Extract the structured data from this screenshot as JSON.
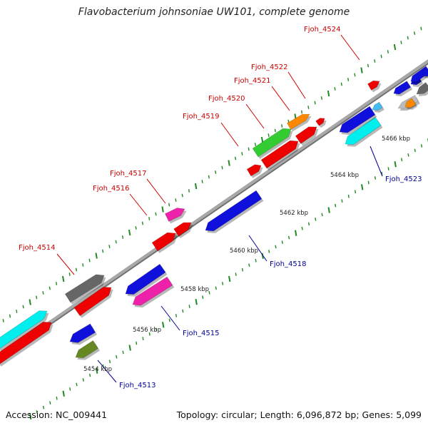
{
  "title": "Flavobacterium johnsoniae UW101, complete genome",
  "footer": {
    "accession": "Accession: NC_009441",
    "summary": "Topology: circular; Length: 6,096,872 bp; Genes: 5,099"
  },
  "scale": {
    "labels": [
      {
        "text": "5454 kbp",
        "kbp": 5454
      },
      {
        "text": "5456 kbp",
        "kbp": 5456
      },
      {
        "text": "5458 kbp",
        "kbp": 5458
      },
      {
        "text": "5460 kbp",
        "kbp": 5460
      },
      {
        "text": "5462 kbp",
        "kbp": 5462
      },
      {
        "text": "5464 kbp",
        "kbp": 5464
      },
      {
        "text": "5466 kbp",
        "kbp": 5466
      }
    ]
  },
  "gene_labels": [
    {
      "text": "Fjoh_4513",
      "strand": "reverse"
    },
    {
      "text": "Fjoh_4514",
      "strand": "forward"
    },
    {
      "text": "Fjoh_4515",
      "strand": "reverse"
    },
    {
      "text": "Fjoh_4516",
      "strand": "forward"
    },
    {
      "text": "Fjoh_4517",
      "strand": "forward"
    },
    {
      "text": "Fjoh_4518",
      "strand": "reverse"
    },
    {
      "text": "Fjoh_4519",
      "strand": "forward"
    },
    {
      "text": "Fjoh_4520",
      "strand": "forward"
    },
    {
      "text": "Fjoh_4521",
      "strand": "forward"
    },
    {
      "text": "Fjoh_4522",
      "strand": "forward"
    },
    {
      "text": "Fjoh_4523",
      "strand": "reverse"
    },
    {
      "text": "Fjoh_4524",
      "strand": "forward"
    }
  ],
  "colors": {
    "forward_label": "#cc0000",
    "reverse_label": "#000099",
    "backbone": "#8c8c8c",
    "tick": "#1f8a1f",
    "red": "#ee0000",
    "blue": "#1010dd",
    "cyan": "#00eeee",
    "magenta": "#ee22aa",
    "green": "#33cc33",
    "olive": "#668822",
    "gray": "#666666",
    "lightgray": "#bbbbbb",
    "orange": "#ff8800",
    "skyblue": "#44bbee"
  }
}
